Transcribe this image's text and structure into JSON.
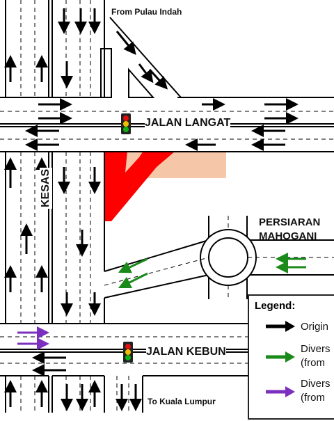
{
  "map": {
    "title_labels": {
      "from_pulau_indah": "From Pulau Indah",
      "jalan_langat": "JALAN LANGAT",
      "kesas": "KESAS",
      "persiaran_mahogani_line1": "PERSIARAN",
      "persiaran_mahogani_line2": "MAHOGANI",
      "jalan_kebun": "JALAN KEBUN",
      "to_kuala_lumpur": "To Kuala Lumpur"
    },
    "legend": {
      "title": "Legend:",
      "original_label": "Origin",
      "diversion_green_line1": "Divers",
      "diversion_green_line2": "(from",
      "diversion_purple_line1": "Divers",
      "diversion_purple_line2": "(from"
    },
    "colors": {
      "road_line": "#000000",
      "closure_red": "#ff0000",
      "closure_peach": "#f5c6a8",
      "arrow_original": "#000000",
      "arrow_green": "#1a8a1a",
      "arrow_purple": "#7b2fbe",
      "signal_body": "#222222",
      "signal_red": "#e01010",
      "signal_amber": "#f0c000",
      "signal_green": "#10b010"
    },
    "icons": [
      "traffic-light-icon",
      "roundabout-icon",
      "arrow-icon"
    ]
  }
}
